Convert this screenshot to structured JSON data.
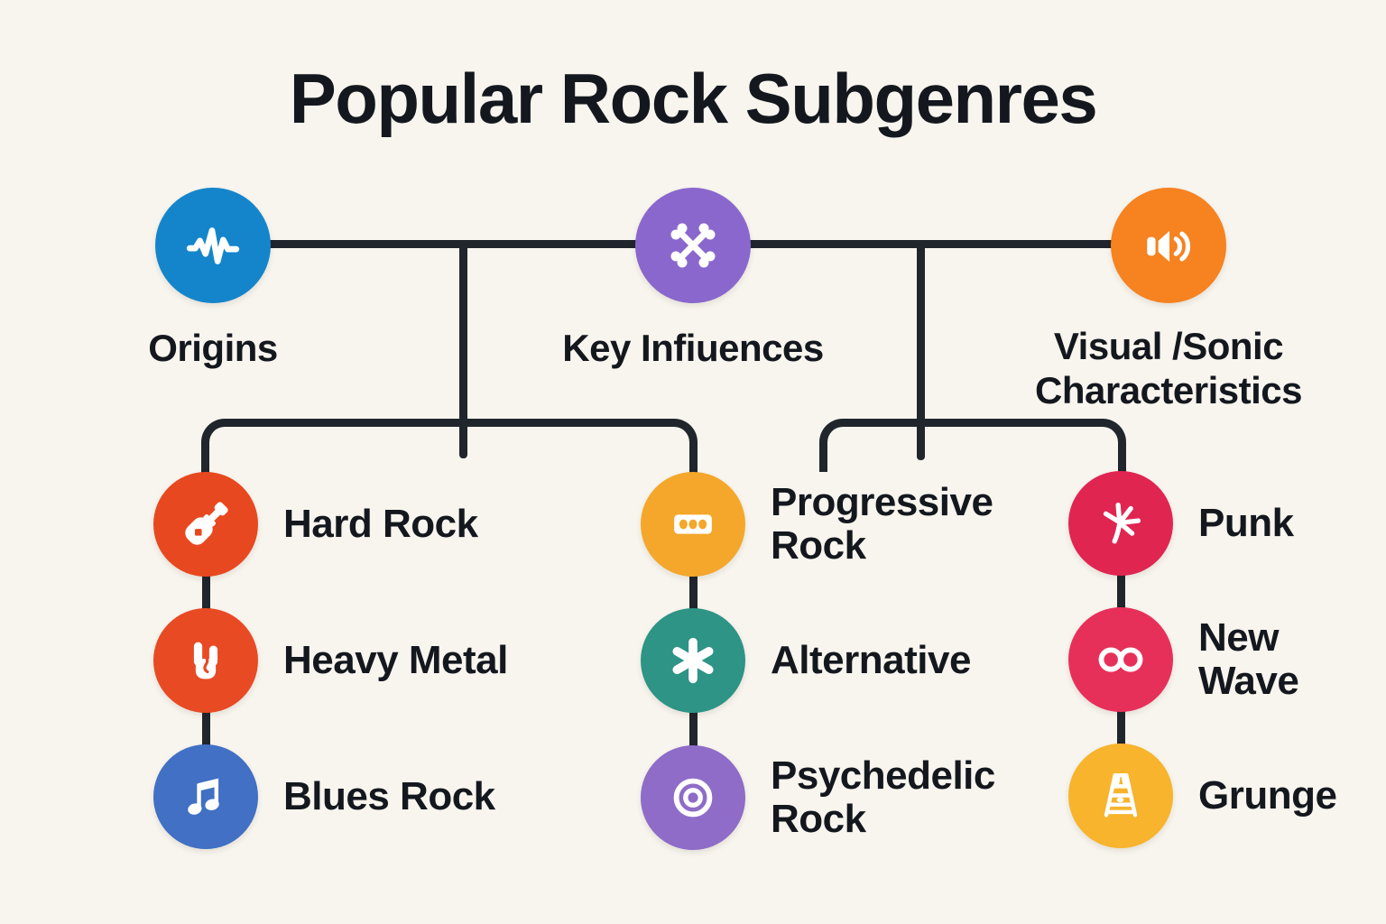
{
  "title": "Popular Rock Subgenres",
  "background": "#f8f5ee",
  "connector_color": "#20262c",
  "text_color": "#14181e",
  "icon_color": "#ffffff",
  "top_nodes": [
    {
      "label": "Origins",
      "icon": "waveform-icon",
      "color": "#1585cb"
    },
    {
      "label": "Key Infiuences",
      "icon": "crossed-bones-icon",
      "color": "#8a67cd"
    },
    {
      "label": "Visual /Sonic Characteristics",
      "icon": "speaker-icon",
      "color": "#f68220"
    }
  ],
  "subgenres": {
    "column1": [
      {
        "label": "Hard Rock",
        "icon": "guitar-icon",
        "color": "#e8481f"
      },
      {
        "label": "Heavy Metal",
        "icon": "rock-hand-icon",
        "color": "#e84a24"
      },
      {
        "label": "Blues Rock",
        "icon": "music-note-icon",
        "color": "#4170c4"
      }
    ],
    "column2": [
      {
        "label": "Progressive Rock",
        "icon": "tape-dots-icon",
        "color": "#f4a72a"
      },
      {
        "label": "Alternative",
        "icon": "asterisk-icon",
        "color": "#2d9486"
      },
      {
        "label": "Psychedelic Rock",
        "icon": "target-icon",
        "color": "#8e6cc8"
      }
    ],
    "column3": [
      {
        "label": "Punk",
        "icon": "starburst-icon",
        "color": "#e02551"
      },
      {
        "label": "New Wave",
        "icon": "infinity-icon",
        "color": "#e73059"
      },
      {
        "label": "Grunge",
        "icon": "ladder-icon",
        "color": "#f7b42c"
      }
    ]
  }
}
